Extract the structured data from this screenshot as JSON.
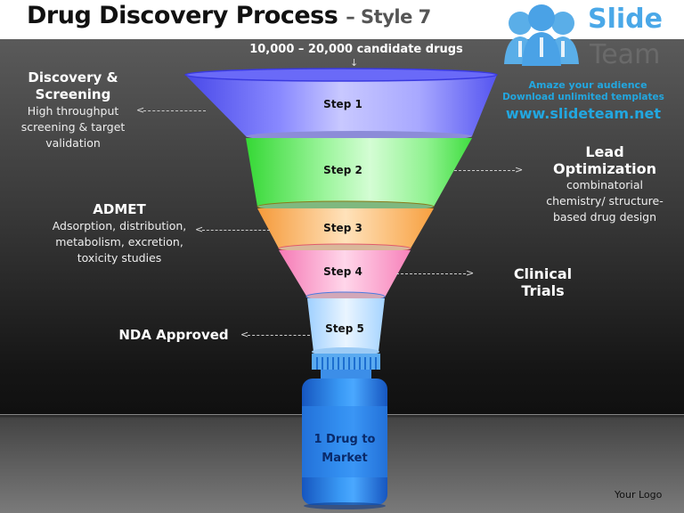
{
  "header": {
    "title": "Drug Discovery Process",
    "subtitle": "– Style 7"
  },
  "top_label": "10,000 – 20,000 candidate drugs",
  "steps": [
    {
      "label": "Step 1",
      "color": "#5b5bf5"
    },
    {
      "label": "Step 2",
      "color": "#55ee55"
    },
    {
      "label": "Step 3",
      "color": "#ffb060"
    },
    {
      "label": "Step 4",
      "color": "#ff90c8"
    },
    {
      "label": "Step 5",
      "color": "#bfe2ff"
    }
  ],
  "annotations": {
    "discovery": {
      "heading": "Discovery & Screening",
      "heading_l1": "Discovery &",
      "heading_l2": "Screening",
      "desc_l1": "High throughput",
      "desc_l2": "screening & target",
      "desc_l3": "validation"
    },
    "lead": {
      "heading": "Lead Optimization",
      "desc_l1": "combinatorial",
      "desc_l2": "chemistry/ structure-",
      "desc_l3": "based drug design"
    },
    "admet": {
      "heading": "ADMET",
      "desc_l1": "Adsorption, distribution,",
      "desc_l2": "metabolism, excretion,",
      "desc_l3": "toxicity studies"
    },
    "clinical": {
      "heading": "Clinical Trials"
    },
    "nda": {
      "heading": "NDA Approved"
    }
  },
  "bottle": {
    "line1": "1 Drug to",
    "line2": "Market",
    "color": "#1f6fd8"
  },
  "branding": {
    "brand_top": "Slide",
    "brand_bottom": "Team",
    "tagline1": "Amaze your audience",
    "tagline2": "Download unlimited templates",
    "url": "www.slideteam.net",
    "accent": "#22a7e0",
    "your_logo": "Your Logo"
  }
}
